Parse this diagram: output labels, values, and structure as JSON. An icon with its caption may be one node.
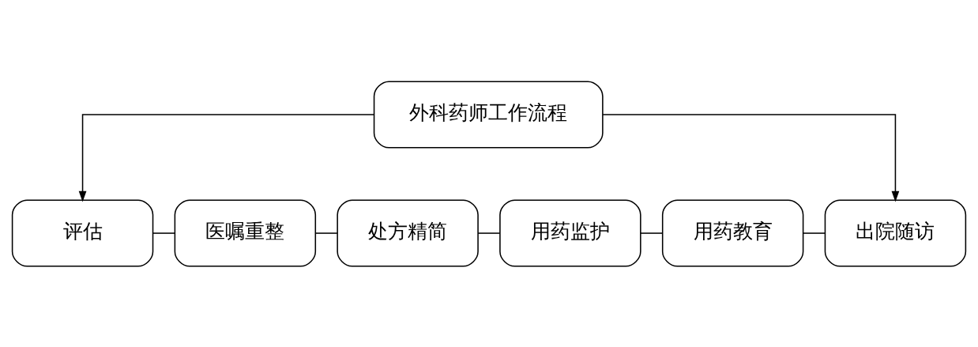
{
  "diagram": {
    "nodes": [
      {
        "text": [
          "外科药师工作流程"
        ]
      },
      {
        "text": [
          "评估"
        ]
      },
      {
        "text": [
          "医嘱重整"
        ]
      },
      {
        "text": [
          "处方精简"
        ]
      },
      {
        "text": [
          "用药监护"
        ]
      },
      {
        "text": [
          "用药教育"
        ]
      },
      {
        "text": [
          "出院随访"
        ]
      }
    ],
    "edges": [
      {
        "from": 0,
        "to": 1,
        "arrow": "to"
      },
      {
        "from": 0,
        "to": 6,
        "arrow": "to"
      },
      {
        "from": 1,
        "to": 2,
        "arrow": "none"
      },
      {
        "from": 2,
        "to": 3,
        "arrow": "none"
      },
      {
        "from": 3,
        "to": 4,
        "arrow": "none"
      },
      {
        "from": 4,
        "to": 5,
        "arrow": "none"
      },
      {
        "from": 5,
        "to": 6,
        "arrow": "none"
      }
    ]
  }
}
